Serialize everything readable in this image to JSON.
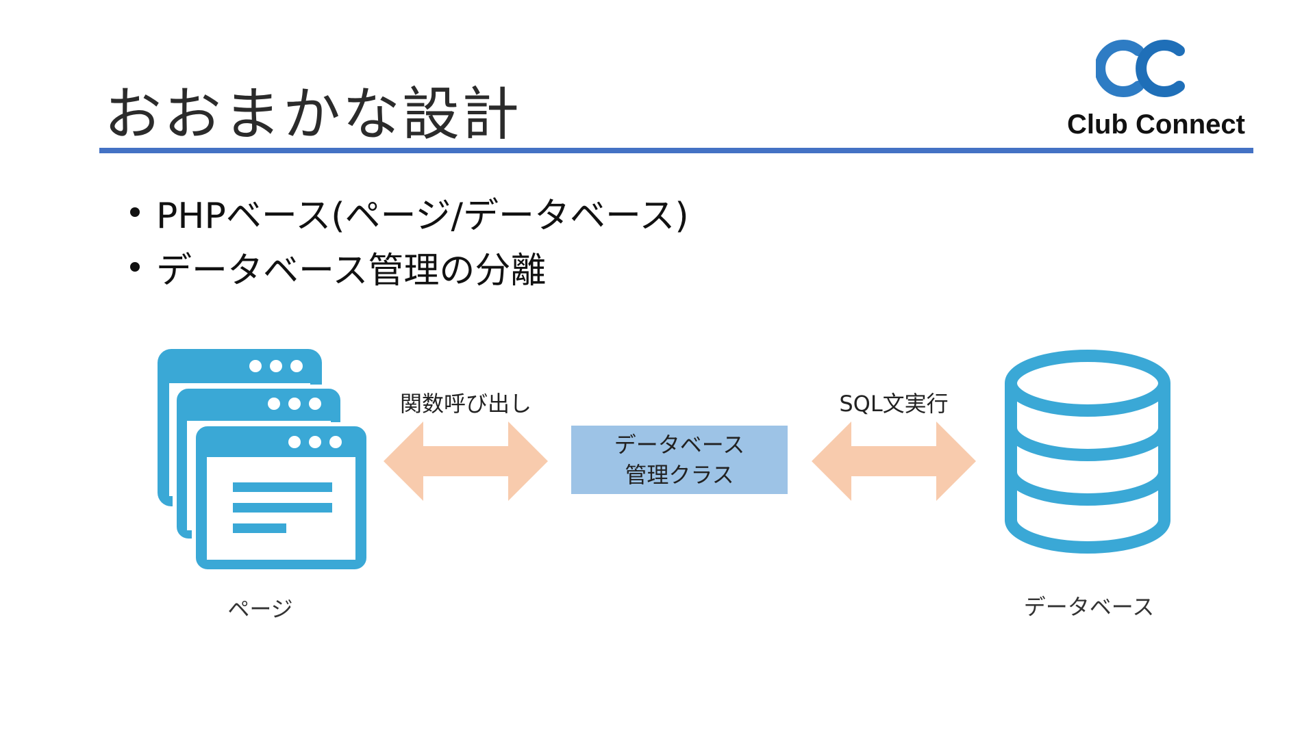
{
  "slide": {
    "title": "おおまかな設計",
    "logo": {
      "text": "Club Connect",
      "icon": "club-connect-cc-logo"
    },
    "bullets": [
      "PHPベース(ページ/データベース)",
      "データベース管理の分離"
    ]
  },
  "diagram": {
    "nodes": {
      "pages": {
        "label": "ページ",
        "icon": "stacked-browser-windows-icon"
      },
      "db_class": {
        "line1": "データベース",
        "line2": "管理クラス"
      },
      "database": {
        "label": "データベース",
        "icon": "database-cylinder-icon"
      }
    },
    "edges": {
      "function_call": "関数呼び出し",
      "sql_exec": "SQL文実行"
    },
    "colors": {
      "icon_blue": "#3aa8d6",
      "arrow_peach": "#f8cbad",
      "box_blue": "#9dc3e6",
      "rule_blue": "#4472c4",
      "logo_blue": "#2e7cc4"
    }
  }
}
